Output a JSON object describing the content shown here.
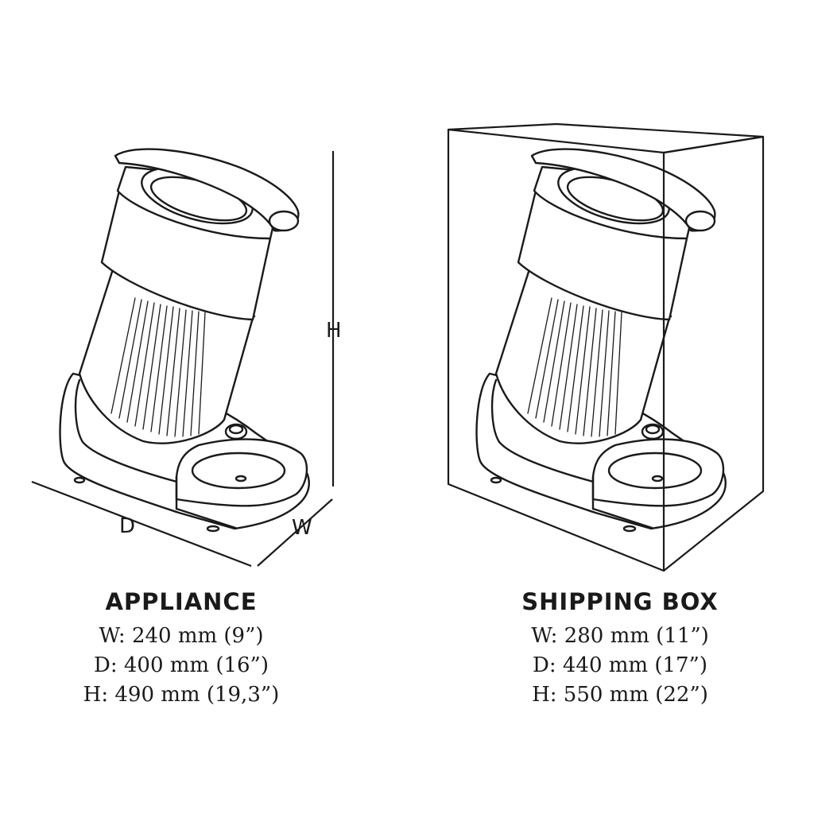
{
  "appliance": {
    "dim_labels": {
      "h": "H",
      "d": "D",
      "w": "W"
    },
    "title": "APPLIANCE",
    "lines": [
      "W: 240 mm  (9”)",
      "D: 400 mm  (16”)",
      "H: 490 mm  (19,3”)"
    ]
  },
  "shipping_box": {
    "title": "SHIPPING BOX",
    "lines": [
      "W: 280 mm  (11”)",
      "D: 440 mm  (17”)",
      "H: 550 mm  (22”)"
    ]
  }
}
